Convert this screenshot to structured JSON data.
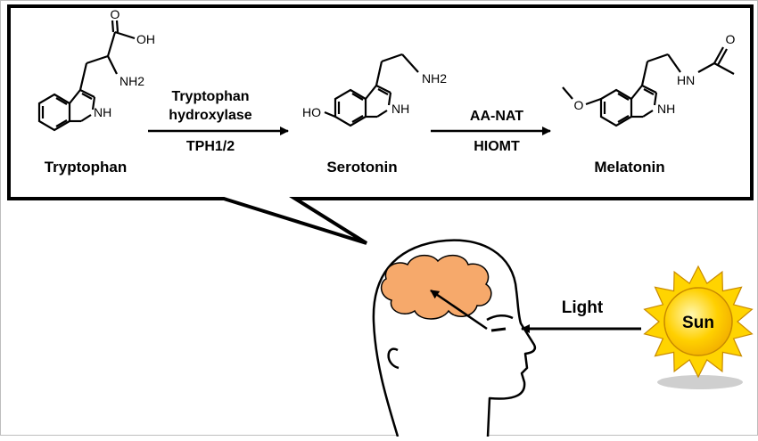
{
  "pathway": {
    "tryptophan": {
      "name": "Tryptophan",
      "oh": "OH",
      "o": "O",
      "nh2": "NH2",
      "nh": "NH"
    },
    "enzyme1": {
      "line1": "Tryptophan",
      "line2": "hydroxylase",
      "line3": "TPH1/2"
    },
    "serotonin": {
      "name": "Serotonin",
      "ho": "HO",
      "nh2": "NH2",
      "nh": "NH"
    },
    "enzyme2": {
      "line1": "AA-NAT",
      "line2": "HIOMT"
    },
    "melatonin": {
      "name": "Melatonin",
      "hn": "HN",
      "nh": "NH",
      "o": "O"
    }
  },
  "light_label": "Light",
  "sun_label": "Sun",
  "colors": {
    "brain": "#f6a96b",
    "sun_body": "#ffc800",
    "sun_rays": "#ffd400",
    "ink": "#000000"
  }
}
